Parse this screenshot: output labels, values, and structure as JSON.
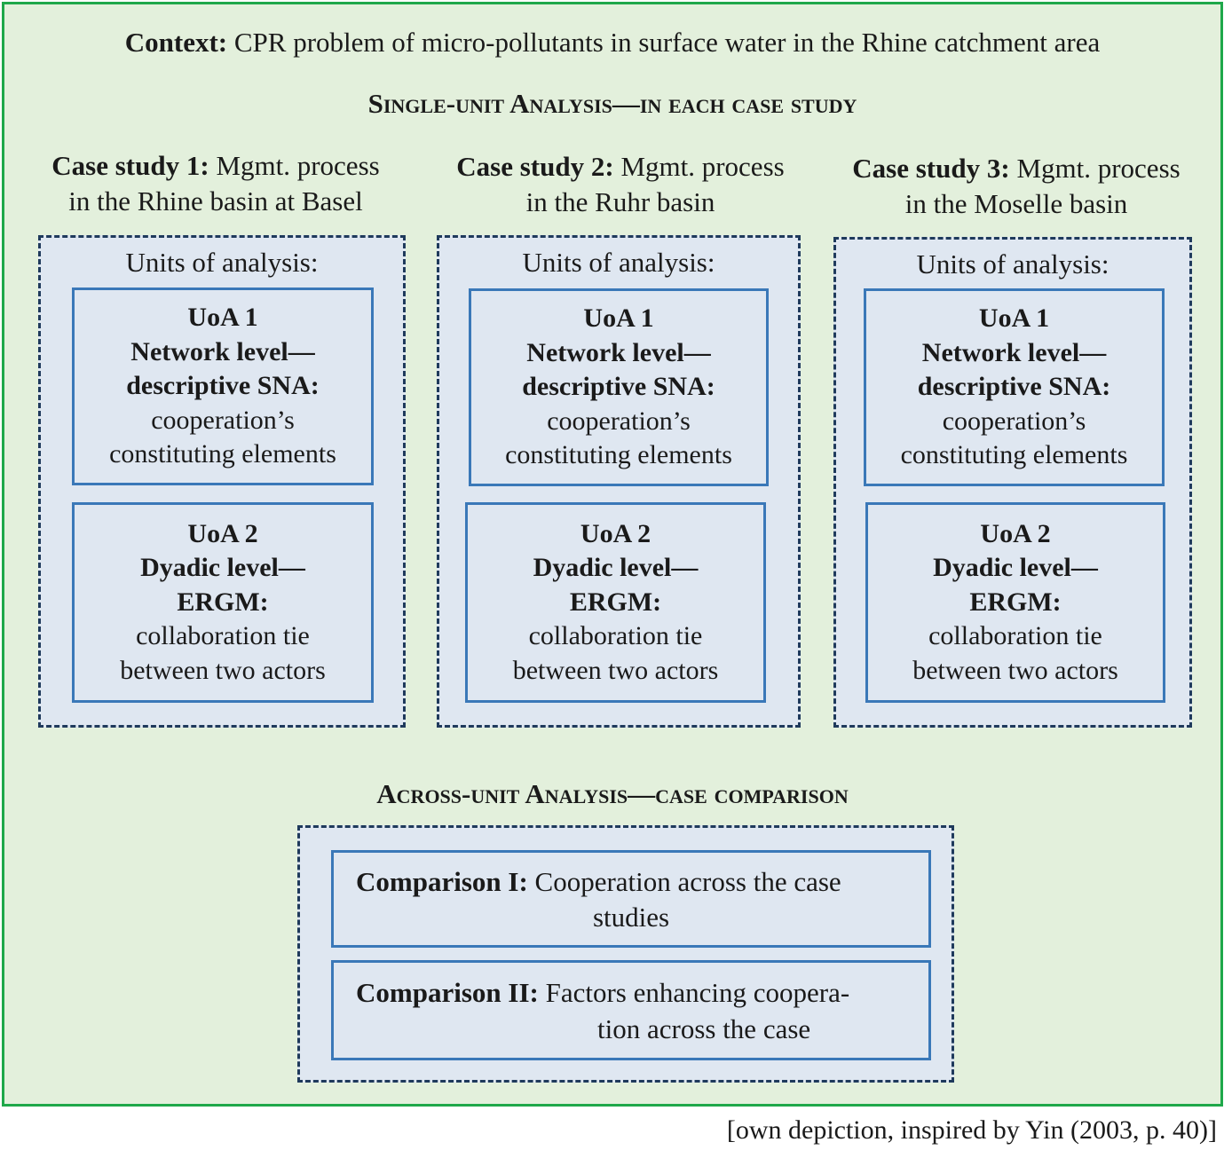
{
  "context": {
    "label": "Context:",
    "text": " CPR problem of micro-pollutants in surface water in the Rhine catchment area"
  },
  "single_unit_heading": "Single-unit Analysis—in each case study",
  "case_studies": [
    {
      "label": "Case study 1:",
      "text_line1": " Mgmt. process",
      "text_line2": "in the Rhine basin at Basel",
      "units_label": "Units of analysis:",
      "uoa1": {
        "title": "UoA 1",
        "bold1": "Network level—",
        "bold2": "descriptive SNA:",
        "text1": "cooperation’s",
        "text2": "constituting elements"
      },
      "uoa2": {
        "title": "UoA 2",
        "bold1": "Dyadic level—",
        "bold2": "ERGM:",
        "text1": "collaboration tie",
        "text2": "between two actors"
      }
    },
    {
      "label": "Case study 2:",
      "text_line1": " Mgmt. process",
      "text_line2": "in the Ruhr basin",
      "units_label": "Units of analysis:",
      "uoa1": {
        "title": "UoA 1",
        "bold1": "Network level—",
        "bold2": "descriptive SNA:",
        "text1": "cooperation’s",
        "text2": "constituting elements"
      },
      "uoa2": {
        "title": "UoA 2",
        "bold1": "Dyadic level—",
        "bold2": "ERGM:",
        "text1": "collaboration tie",
        "text2": "between two actors"
      }
    },
    {
      "label": "Case study 3:",
      "text_line1": " Mgmt. process",
      "text_line2": "in the Moselle basin",
      "units_label": "Units of analysis:",
      "uoa1": {
        "title": "UoA 1",
        "bold1": "Network level—",
        "bold2": "descriptive SNA:",
        "text1": "cooperation’s",
        "text2": "constituting elements"
      },
      "uoa2": {
        "title": "UoA 2",
        "bold1": "Dyadic level—",
        "bold2": "ERGM:",
        "text1": "collaboration tie",
        "text2": "between two actors"
      }
    }
  ],
  "across_unit_heading": "Across-unit Analysis—case comparison",
  "comparisons": [
    {
      "label": "Comparison I:",
      "line1": " Cooperation across the case",
      "line2": "studies"
    },
    {
      "label": "Comparison II:",
      "line1": " Factors enhancing coopera-",
      "line2": "tion across the case"
    }
  ],
  "caption": "[own depiction, inspired by Yin (2003, p. 40)]",
  "colors": {
    "outer_fill": "#e3f0dc",
    "outer_border": "#1fa84a",
    "box_fill": "#dfe7f1",
    "dashed_border": "#1f3a5c",
    "solid_border": "#3a78b8"
  }
}
